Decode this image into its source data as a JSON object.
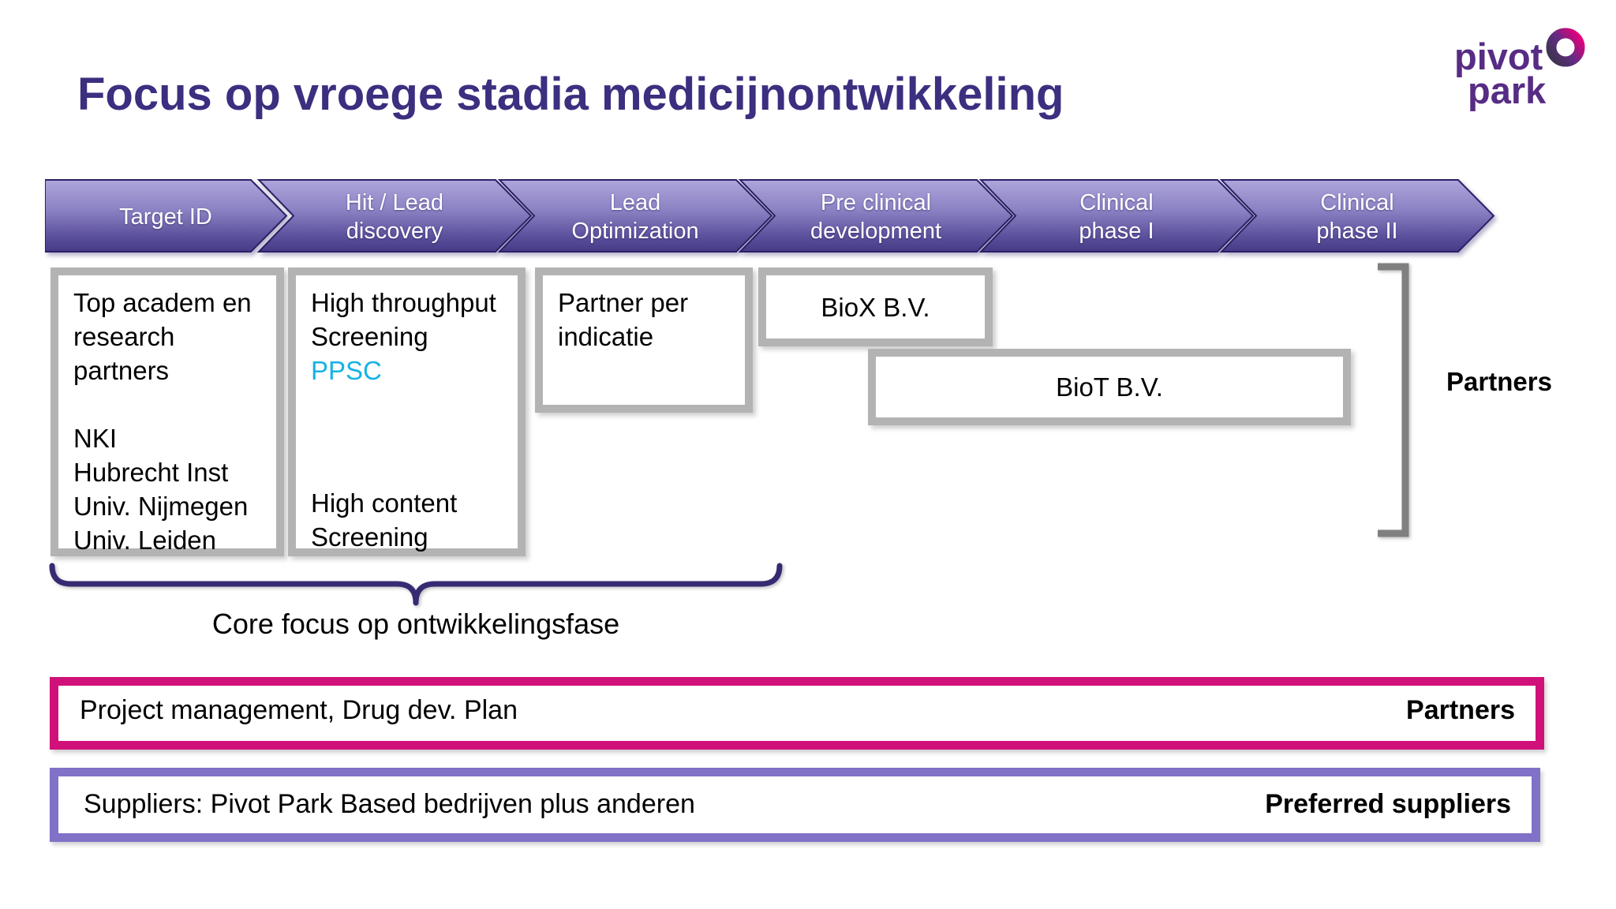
{
  "slide": {
    "title": "Focus op vroege stadia medicijnontwikkeling"
  },
  "logo": {
    "word1": "pivot",
    "word2": "park"
  },
  "pipeline": {
    "stages": [
      {
        "lines": [
          "Target ID"
        ]
      },
      {
        "lines": [
          "Hit / Lead",
          "discovery"
        ]
      },
      {
        "lines": [
          "Lead",
          "Optimization"
        ]
      },
      {
        "lines": [
          "Pre clinical",
          "development"
        ]
      },
      {
        "lines": [
          "Clinical",
          "phase I"
        ]
      },
      {
        "lines": [
          "Clinical",
          "phase II"
        ]
      }
    ]
  },
  "boxes": {
    "academic_partners": {
      "lines": [
        "Top academ en",
        "research",
        "partners",
        "",
        "NKI",
        "Hubrecht Inst",
        "Univ. Nijmegen",
        "Univ. Leiden"
      ]
    },
    "screening": {
      "top_lines": [
        "High throughput",
        "Screening"
      ],
      "highlight": "PPSC",
      "bottom_lines": [
        "High content",
        "Screening"
      ]
    },
    "partner_per_indicatie": {
      "lines": [
        "Partner per",
        "indicatie"
      ]
    },
    "biox": {
      "label": "BioX B.V."
    },
    "biot": {
      "label": "BioT B.V."
    }
  },
  "annotations": {
    "partners_bracket_label": "Partners",
    "core_focus_label": "Core focus op ontwikkelingsfase"
  },
  "bottom_rows": {
    "partners": {
      "left": "Project management, Drug dev. Plan",
      "right": "Partners"
    },
    "suppliers": {
      "left": "Suppliers: Pivot Park Based bedrijven plus anderen",
      "right": "Preferred suppliers"
    }
  },
  "colors": {
    "title_purple": "#3b2f80",
    "chevron_gradient_top": "#ada5da",
    "chevron_gradient_mid": "#8b82c4",
    "chevron_gradient_bottom": "#443a86",
    "chevron_outline": "#2b2167",
    "gray_box_border": "#b3b3b3",
    "ppsc_highlight": "#16b2e5",
    "bracket_gray": "#808080",
    "brace_purple": "#362b72",
    "partners_row_border": "#d0117a",
    "suppliers_row_border": "#8171c7",
    "logo_purple": "#572c85",
    "logo_ring_magenta": "#e5007d"
  }
}
